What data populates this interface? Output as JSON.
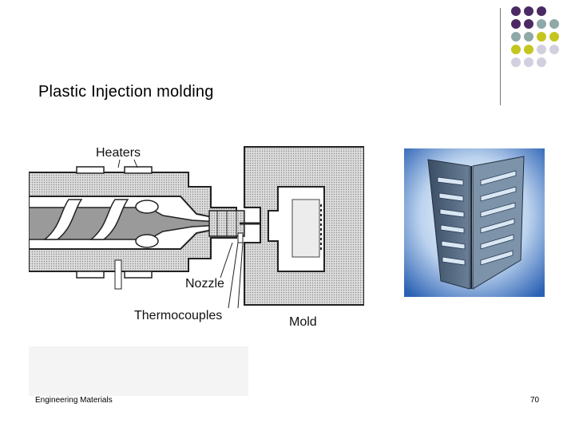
{
  "slide": {
    "title": "Plastic Injection molding",
    "footer": "Engineering Materials",
    "page_number": "70"
  },
  "diagram": {
    "labels": {
      "heaters": "Heaters",
      "nozzle": "Nozzle",
      "thermocouples": "Thermocouples",
      "mold": "Mold"
    }
  },
  "colors": {
    "purple": "#4b2a63",
    "slate": "#8fa9a8",
    "olive": "#c5c520",
    "lavender": "#d2d0de"
  },
  "dot_pattern": [
    [
      "purple",
      "purple",
      "purple",
      null
    ],
    [
      "purple",
      "purple",
      "slate",
      "slate"
    ],
    [
      "slate",
      "slate",
      "olive",
      "olive"
    ],
    [
      "olive",
      "olive",
      "lavender",
      "lavender"
    ],
    [
      "lavender",
      "lavender",
      "lavender",
      null
    ]
  ]
}
